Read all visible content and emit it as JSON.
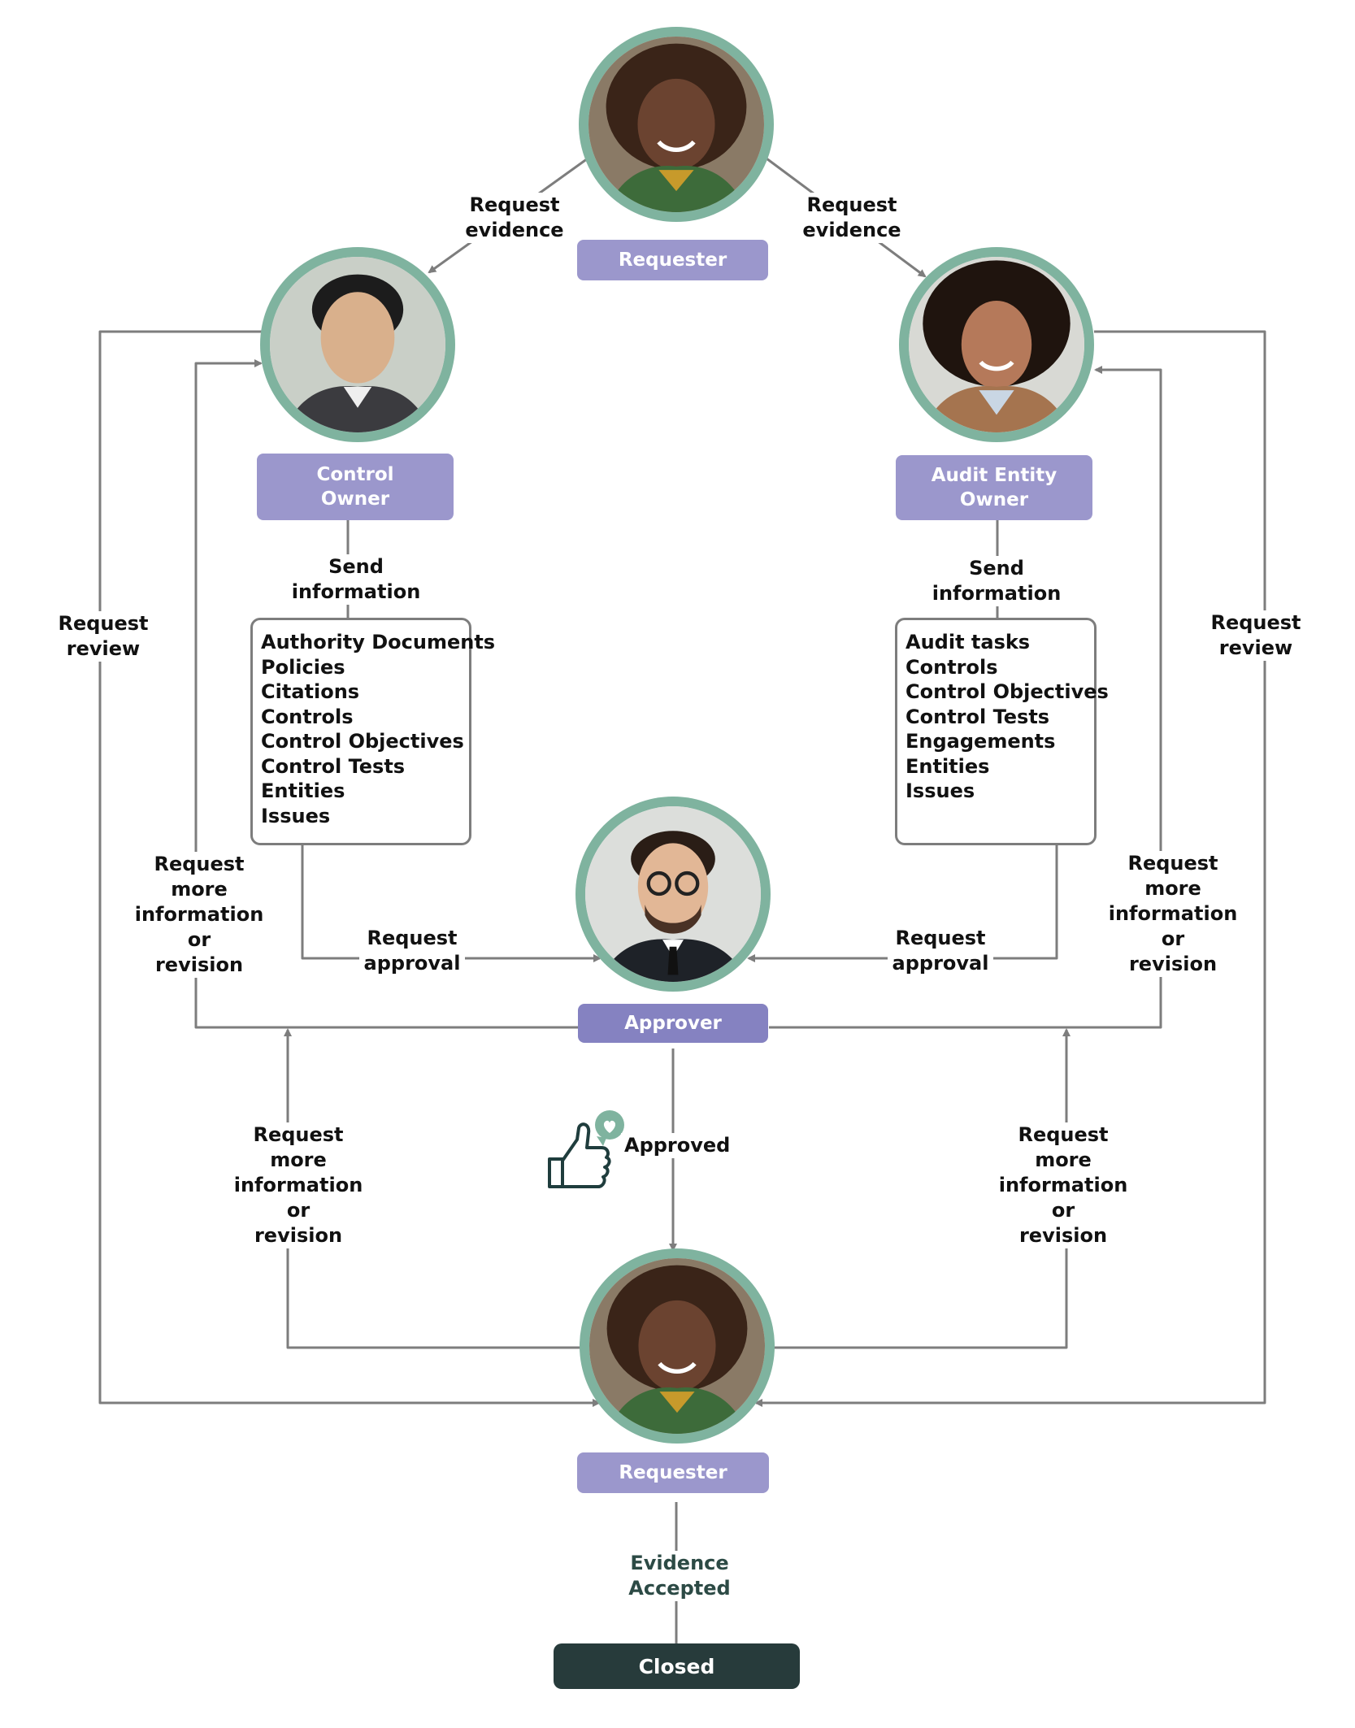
{
  "roles": {
    "requester_top": "Requester",
    "control_owner": "Control\nOwner",
    "audit_entity_owner": "Audit Entity\nOwner",
    "approver": "Approver",
    "requester_bottom": "Requester"
  },
  "edge_labels": {
    "request_evidence_left": "Request\nevidence",
    "request_evidence_right": "Request\nevidence",
    "send_info_left": "Send information",
    "send_info_right": "Send information",
    "request_review_left": "Request\nreview",
    "request_review_right": "Request\nreview",
    "more_info_upper_left": "Request more\ninformation or\nrevision",
    "more_info_upper_right": "Request more\ninformation or\nrevision",
    "request_approval_left": "Request\napproval",
    "request_approval_right": "Request\napproval",
    "more_info_lower_left": "Request more\ninformation or\nrevision",
    "more_info_lower_right": "Request more\ninformation or\nrevision",
    "approved": "Approved",
    "evidence_accepted": "Evidence Accepted"
  },
  "control_owner_items": [
    "Authority Documents",
    "Policies",
    "Citations",
    "Controls",
    "Control Objectives",
    "Control Tests",
    "Entities",
    "Issues"
  ],
  "audit_entity_items": [
    "Audit tasks",
    "Controls",
    "Control Objectives",
    "Control Tests",
    "Engagements",
    "Entities",
    "Issues"
  ],
  "final_state": "Closed",
  "icons": {
    "approved": "thumbs-up-heart-icon"
  },
  "colors": {
    "role_fill": "#9b97cc",
    "avatar_ring": "#7fb39f",
    "connector": "#7d7d7d",
    "closed_fill": "#273b3b"
  }
}
